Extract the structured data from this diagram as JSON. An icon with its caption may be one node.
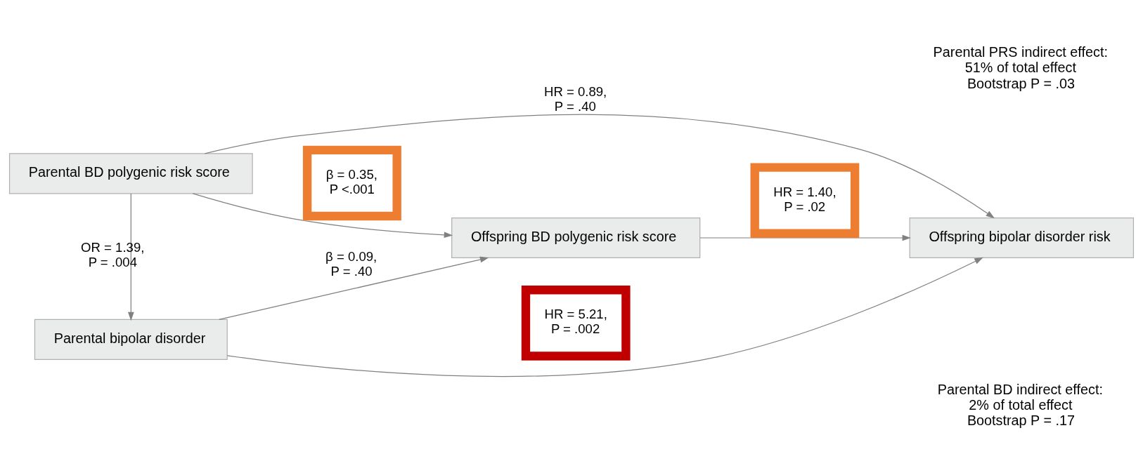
{
  "diagram": {
    "nodes": [
      {
        "text": [
          "Parental BD polygenic risk score"
        ]
      },
      {
        "text": [
          "Parental bipolar disorder"
        ]
      },
      {
        "text": [
          "Offspring BD polygenic risk score"
        ]
      },
      {
        "text": [
          "Offspring bipolar disorder risk"
        ]
      }
    ],
    "edges": [
      {
        "from": 0,
        "to": 1,
        "arrow": "to",
        "label": "OR = 1.39, P = .004"
      },
      {
        "from": 0,
        "to": 2,
        "arrow": "to",
        "label": "β = 0.35, P <.001"
      },
      {
        "from": 0,
        "to": 3,
        "arrow": "to",
        "label": "HR = 0.89, P = .40"
      },
      {
        "from": 1,
        "to": 2,
        "arrow": "to",
        "label": "β = 0.09, P = .40"
      },
      {
        "from": 2,
        "to": 3,
        "arrow": "to",
        "label": "HR = 1.40, P = .02"
      },
      {
        "from": 1,
        "to": 3,
        "arrow": "to",
        "label": "HR = 5.21, P = .002"
      }
    ],
    "labels": [
      "Parental PRS indirect effect: 51% of total effect Bootstrap P = .03",
      "Parental BD indirect effect: 2% of total effect Bootstrap P = .17"
    ]
  }
}
